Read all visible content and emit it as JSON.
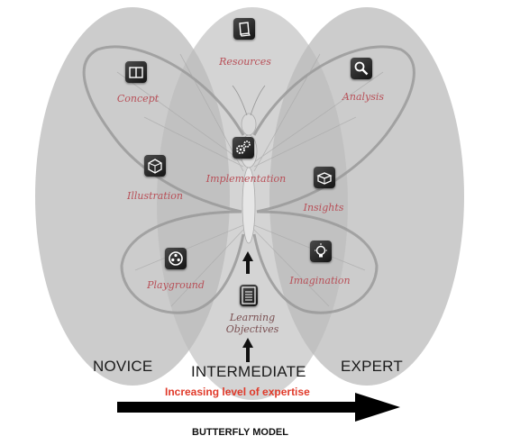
{
  "levels": {
    "novice": "NOVICE",
    "intermediate": "INTERMEDIATE",
    "expert": "EXPERT"
  },
  "axis_label": "Increasing level of expertise",
  "title": "BUTTERFLY MODEL",
  "nodes": {
    "resources": "Resources",
    "concept": "Concept",
    "analysis": "Analysis",
    "implementation": "Implementation",
    "illustration": "Illustration",
    "insights": "Insights",
    "playground": "Playground",
    "imagination": "Imagination",
    "learning_objectives_line1": "Learning",
    "learning_objectives_line2": "Objectives"
  },
  "colors": {
    "ellipse_fill": "#b9b9b9",
    "label_text": "#b85058",
    "axis_label": "#e03a2a",
    "arrow": "#000000"
  },
  "icons": {
    "resources": "book-icon",
    "concept": "open-book-icon",
    "analysis": "magnifier-icon",
    "implementation": "gears-icon",
    "illustration": "cube-icon",
    "insights": "box-icon",
    "playground": "film-reel-icon",
    "imagination": "lightbulb-icon",
    "learning_objectives": "document-icon"
  }
}
